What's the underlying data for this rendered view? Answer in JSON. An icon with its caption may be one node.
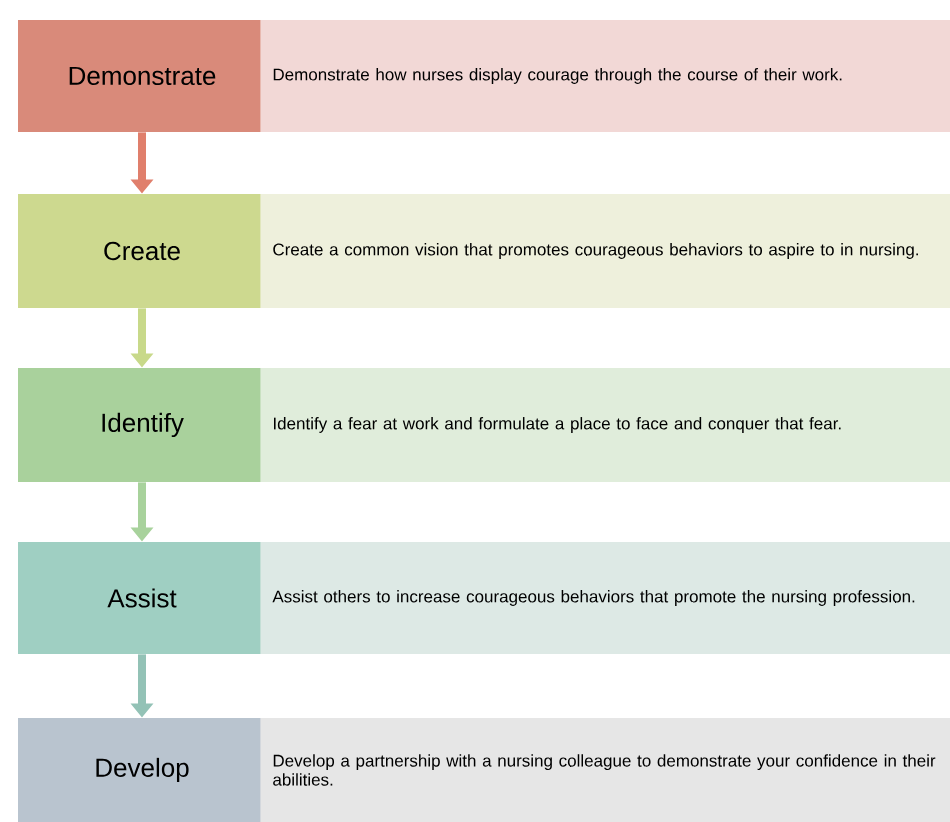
{
  "diagram": {
    "nodes": [
      {
        "text": [
          "Demonstrate"
        ]
      },
      {
        "text": [
          "Demonstrate how nurses display courage through the course of their work."
        ]
      },
      {
        "text": [
          "Create"
        ]
      },
      {
        "text": [
          "Create a common vision that promotes courageous behaviors to aspire to in nursing."
        ]
      },
      {
        "text": [
          "Identify"
        ]
      },
      {
        "text": [
          "Identify a fear at work and formulate a place to face and conquer that fear."
        ]
      },
      {
        "text": [
          "Assist"
        ]
      },
      {
        "text": [
          "Assist others to increase courageous behaviors that promote the nursing profession."
        ]
      },
      {
        "text": [
          "Develop"
        ]
      },
      {
        "text": [
          "Develop a partnership with a nursing colleague to demonstrate your confidence in their abilities."
        ]
      }
    ],
    "edges": [
      {
        "from": 0,
        "to": 2,
        "arrow": "to",
        "color": "#e07f6c"
      },
      {
        "from": 2,
        "to": 4,
        "arrow": "to",
        "color": "#c8d98a"
      },
      {
        "from": 4,
        "to": 6,
        "arrow": "to",
        "color": "#a8d29c"
      },
      {
        "from": 6,
        "to": 8,
        "arrow": "to",
        "color": "#93c2b6"
      }
    ]
  }
}
